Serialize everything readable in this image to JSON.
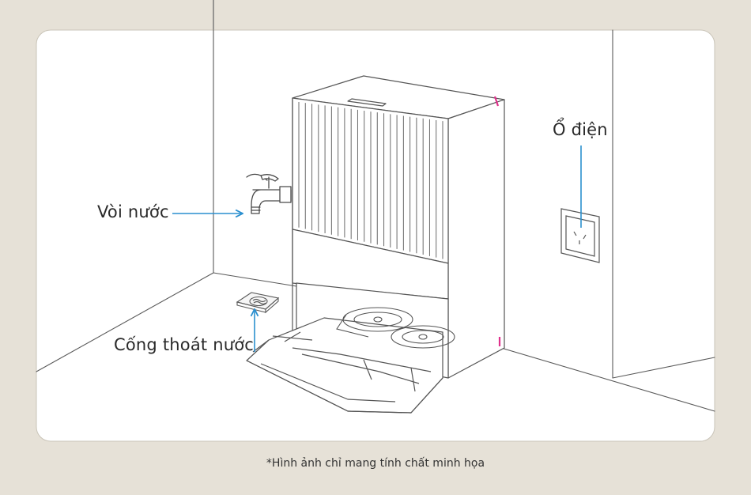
{
  "labels": {
    "faucet": "Vòi nước",
    "drain": "Cống thoát nước",
    "outlet": "Ổ điện"
  },
  "caption": "*Hình ảnh chỉ mang tính chất minh họa",
  "colors": {
    "background": "#e6e1d7",
    "card": "#ffffff",
    "line": "#555555",
    "arrow": "#2a8fcf",
    "accent": "#e0318c"
  }
}
